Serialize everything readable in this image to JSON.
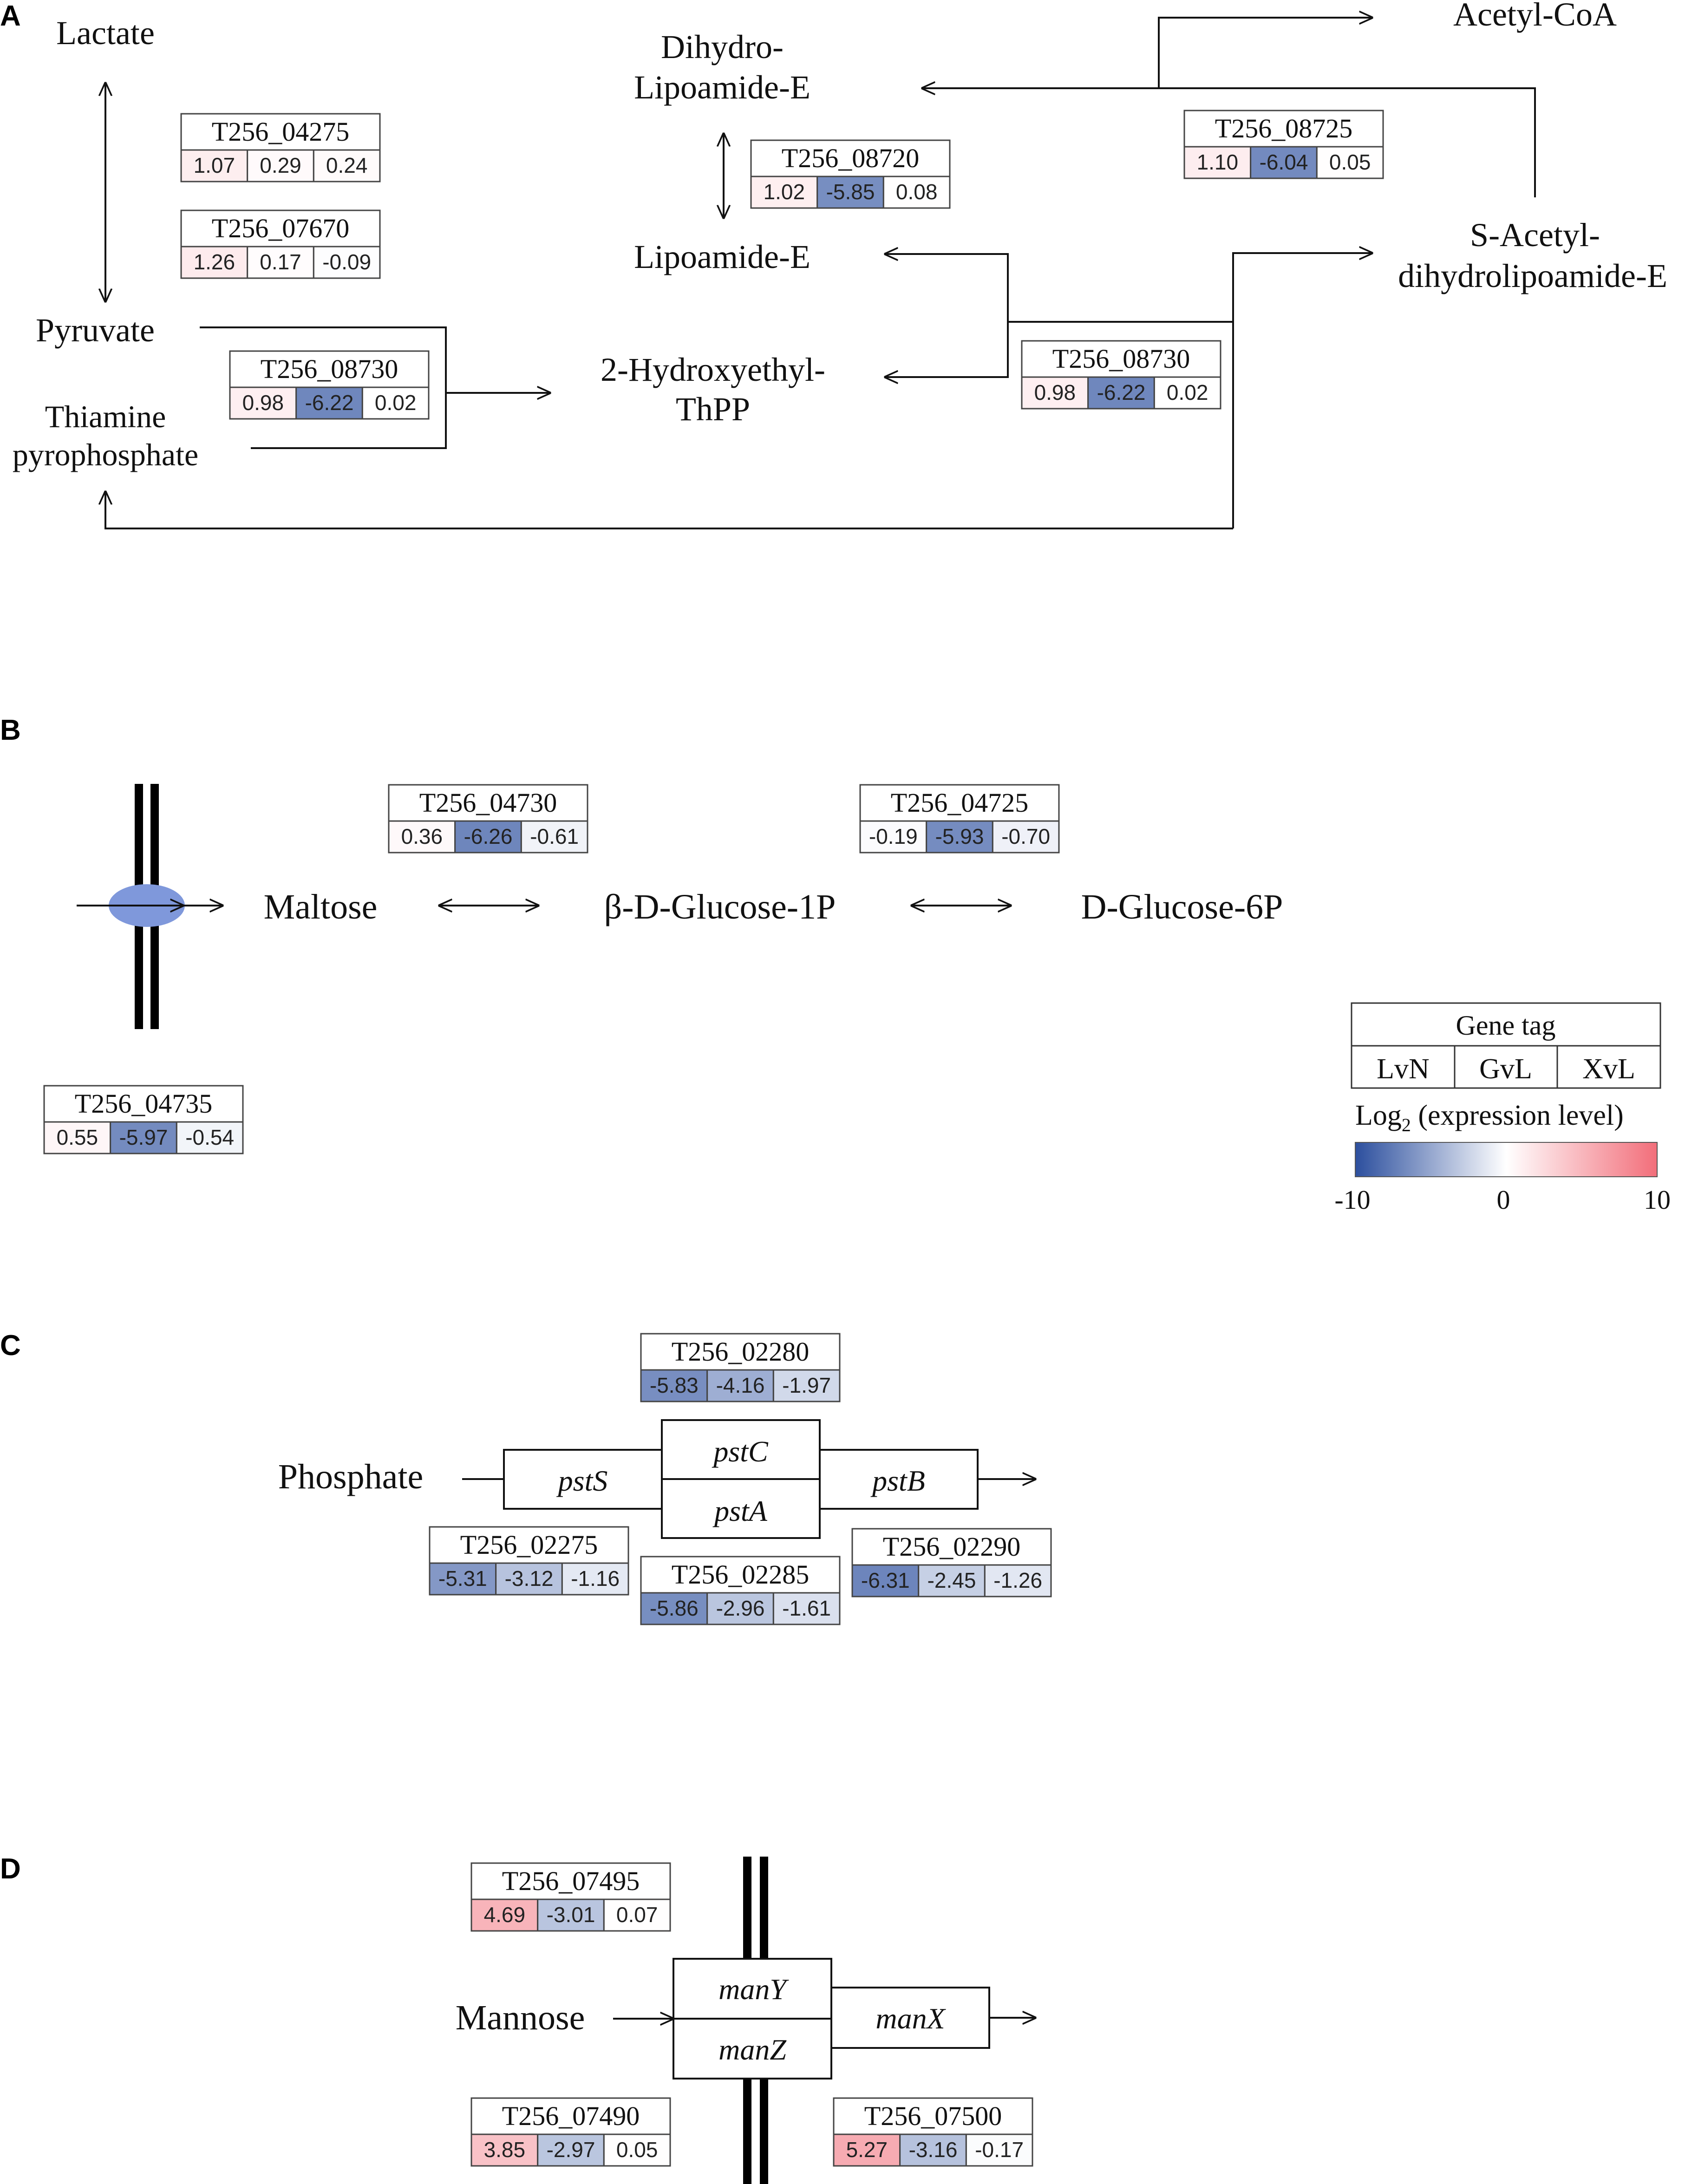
{
  "panels": {
    "A": "A",
    "B": "B",
    "C": "C",
    "D": "D"
  },
  "metabolites": {
    "lactate": "Lactate",
    "pyruvate": "Pyruvate",
    "thiamine_1": "Thiamine",
    "thiamine_2": "pyrophosphate",
    "dihydro_1": "Dihydro-",
    "dihydro_2": "Lipoamide-E",
    "lipoamide": "Lipoamide-E",
    "hydroxyethyl_1": "2-Hydroxyethyl-",
    "hydroxyethyl_2": "ThPP",
    "acetyl_coa": "Acetyl-CoA",
    "sacetyl_1": "S-Acetyl-",
    "sacetyl_2": "dihydrolipoamide-E",
    "maltose": "Maltose",
    "glucose1p": "β-D-Glucose-1P",
    "glucose6p": "D-Glucose-6P",
    "phosphate": "Phosphate",
    "mannose": "Mannose"
  },
  "transporter_genes": {
    "pstS": "pstS",
    "pstC": "pstC",
    "pstA": "pstA",
    "pstB": "pstB",
    "manY": "manY",
    "manZ": "manZ",
    "manX": "manX"
  },
  "gene_boxes": {
    "a_04275": {
      "id": "T256_04275",
      "values": [
        "1.07",
        "0.29",
        "0.24"
      ]
    },
    "a_07670": {
      "id": "T256_07670",
      "values": [
        "1.26",
        "0.17",
        "-0.09"
      ]
    },
    "a_08730_left": {
      "id": "T256_08730",
      "values": [
        "0.98",
        "-6.22",
        "0.02"
      ]
    },
    "a_08720": {
      "id": "T256_08720",
      "values": [
        "1.02",
        "-5.85",
        "0.08"
      ]
    },
    "a_08725": {
      "id": "T256_08725",
      "values": [
        "1.10",
        "-6.04",
        "0.05"
      ]
    },
    "a_08730_right": {
      "id": "T256_08730",
      "values": [
        "0.98",
        "-6.22",
        "0.02"
      ]
    },
    "b_04730": {
      "id": "T256_04730",
      "values": [
        "0.36",
        "-6.26",
        "-0.61"
      ]
    },
    "b_04725": {
      "id": "T256_04725",
      "values": [
        "-0.19",
        "-5.93",
        "-0.70"
      ]
    },
    "b_04735": {
      "id": "T256_04735",
      "values": [
        "0.55",
        "-5.97",
        "-0.54"
      ]
    },
    "c_02280": {
      "id": "T256_02280",
      "values": [
        "-5.83",
        "-4.16",
        "-1.97"
      ]
    },
    "c_02275": {
      "id": "T256_02275",
      "values": [
        "-5.31",
        "-3.12",
        "-1.16"
      ]
    },
    "c_02285": {
      "id": "T256_02285",
      "values": [
        "-5.86",
        "-2.96",
        "-1.61"
      ]
    },
    "c_02290": {
      "id": "T256_02290",
      "values": [
        "-6.31",
        "-2.45",
        "-1.26"
      ]
    },
    "d_07495": {
      "id": "T256_07495",
      "values": [
        "4.69",
        "-3.01",
        "0.07"
      ]
    },
    "d_07490": {
      "id": "T256_07490",
      "values": [
        "3.85",
        "-2.97",
        "0.05"
      ]
    },
    "d_07500": {
      "id": "T256_07500",
      "values": [
        "5.27",
        "-3.16",
        "-0.17"
      ]
    }
  },
  "legend": {
    "title": "Gene tag",
    "columns": [
      "LvN",
      "GvL",
      "XvL"
    ],
    "scale_label_main": "Log",
    "scale_label_sub": "2",
    "scale_label_rest": " (expression level)",
    "min_label": "-10",
    "mid_label": "0",
    "max_label": "10",
    "min": -10,
    "max": 10,
    "colors": {
      "low": "#2c4f9e",
      "mid": "#ffffff",
      "high": "#f26e7a"
    }
  }
}
